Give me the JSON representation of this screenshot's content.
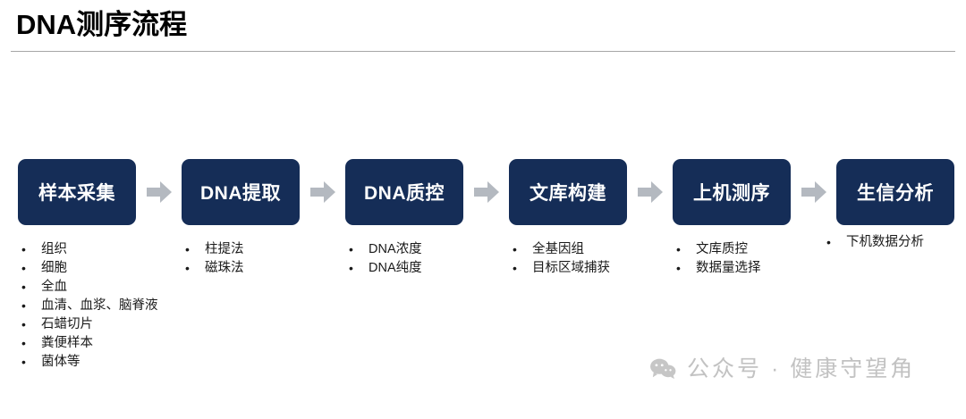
{
  "page": {
    "title": "DNA测序流程",
    "colors": {
      "step_box": "#152d57",
      "step_text": "#ffffff",
      "arrow": "#b4b9c0",
      "rule": "#a6a6a6",
      "body_text": "#1a1a1a",
      "watermark": "#c2c2c2",
      "background": "#ffffff"
    }
  },
  "flow": {
    "steps": [
      {
        "label": "样本采集"
      },
      {
        "label": "DNA提取"
      },
      {
        "label": "DNA质控"
      },
      {
        "label": "文库构建"
      },
      {
        "label": "上机测序"
      },
      {
        "label": "生信分析"
      }
    ],
    "arrow_icon": "arrow-right-icon",
    "arrow_count": 5
  },
  "details": {
    "columns": [
      {
        "step": "样本采集",
        "bullet": "•",
        "items": [
          "组织",
          "细胞",
          "全血",
          "血清、血浆、脑脊液",
          "石蜡切片",
          "粪便样本",
          "菌体等"
        ]
      },
      {
        "step": "DNA提取",
        "bullet": "•",
        "items": [
          "柱提法",
          "磁珠法"
        ]
      },
      {
        "step": "DNA质控",
        "bullet": "•",
        "items": [
          "DNA浓度",
          "DNA纯度"
        ]
      },
      {
        "step": "文库构建",
        "bullet": "•",
        "items": [
          "全基因组",
          "目标区域捕获"
        ]
      },
      {
        "step": "上机测序",
        "bullet": "•",
        "items": [
          "文库质控",
          "数据量选择"
        ]
      },
      {
        "step": "生信分析",
        "bullet": "•",
        "items": [
          "下机数据分析"
        ]
      }
    ]
  },
  "watermark": {
    "icon": "wechat-icon",
    "text": "公众号 · 健康守望角"
  }
}
